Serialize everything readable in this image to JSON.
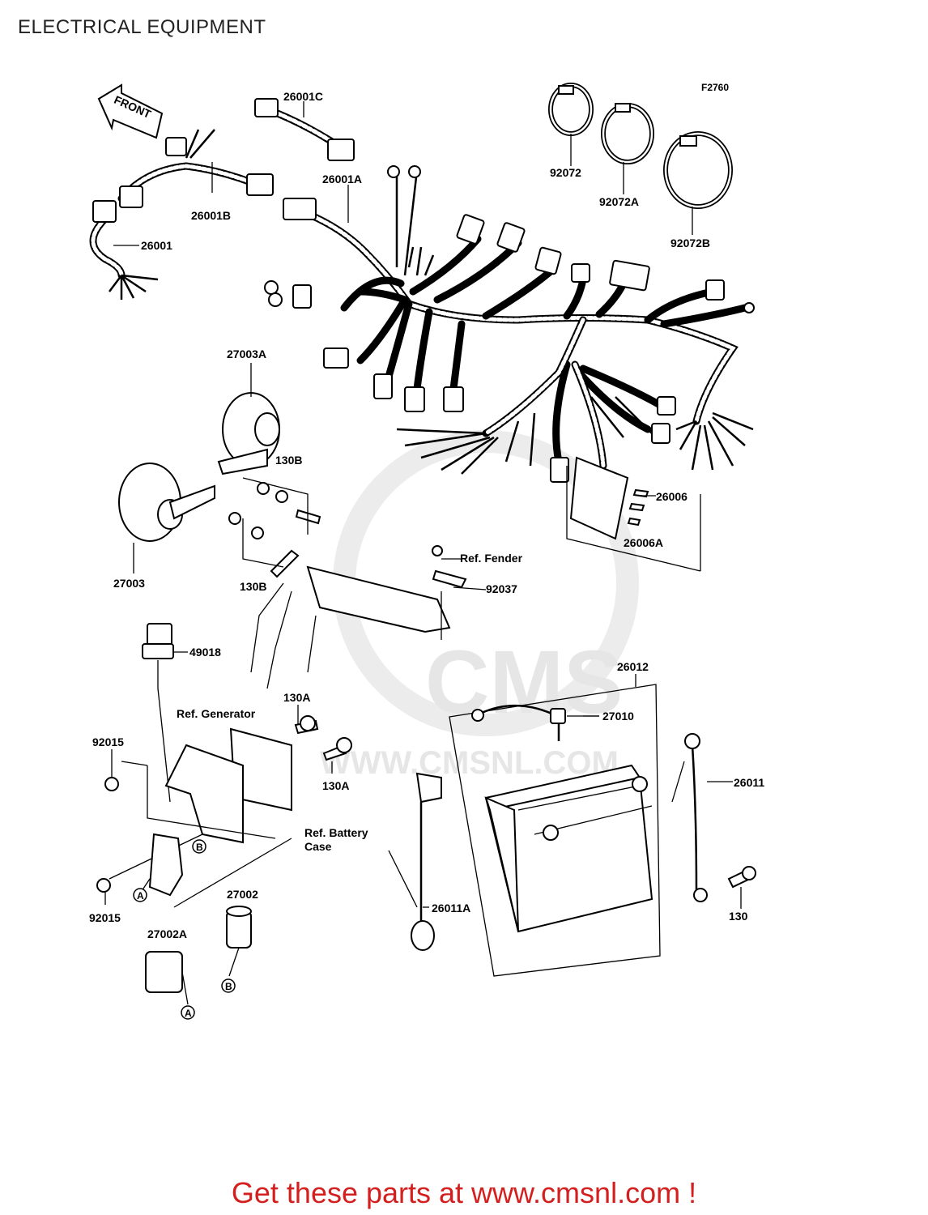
{
  "title": "ELECTRICAL EQUIPMENT",
  "figure_id": "F2760",
  "front_label": "FRONT",
  "watermark": {
    "logo": "CMS",
    "url": "WWW.CMSNL.COM"
  },
  "parts": {
    "p26001C": "26001C",
    "p26001A": "26001A",
    "p26001B": "26001B",
    "p26001": "26001",
    "p92072": "92072",
    "p92072A": "92072A",
    "p92072B": "92072B",
    "p27003A": "27003A",
    "p130B_top": "130B",
    "p130B_bot": "130B",
    "p27003": "27003",
    "p26006": "26006",
    "p26006A": "26006A",
    "ref_fender": "Ref. Fender",
    "p92037": "92037",
    "p49018": "49018",
    "p26012": "26012",
    "p130A_top": "130A",
    "p130A_bot": "130A",
    "ref_generator": "Ref. Generator",
    "p27010": "27010",
    "p92015_top": "92015",
    "p26011": "26011",
    "ref_battery_1": "Ref. Battery",
    "ref_battery_2": "Case",
    "p27002": "27002",
    "p92015_bot": "92015",
    "p26011A": "26011A",
    "p130": "130",
    "p27002A": "27002A"
  },
  "markers": {
    "a": "A",
    "b": "B"
  },
  "footer": "Get these parts at www.cmsnl.com !"
}
